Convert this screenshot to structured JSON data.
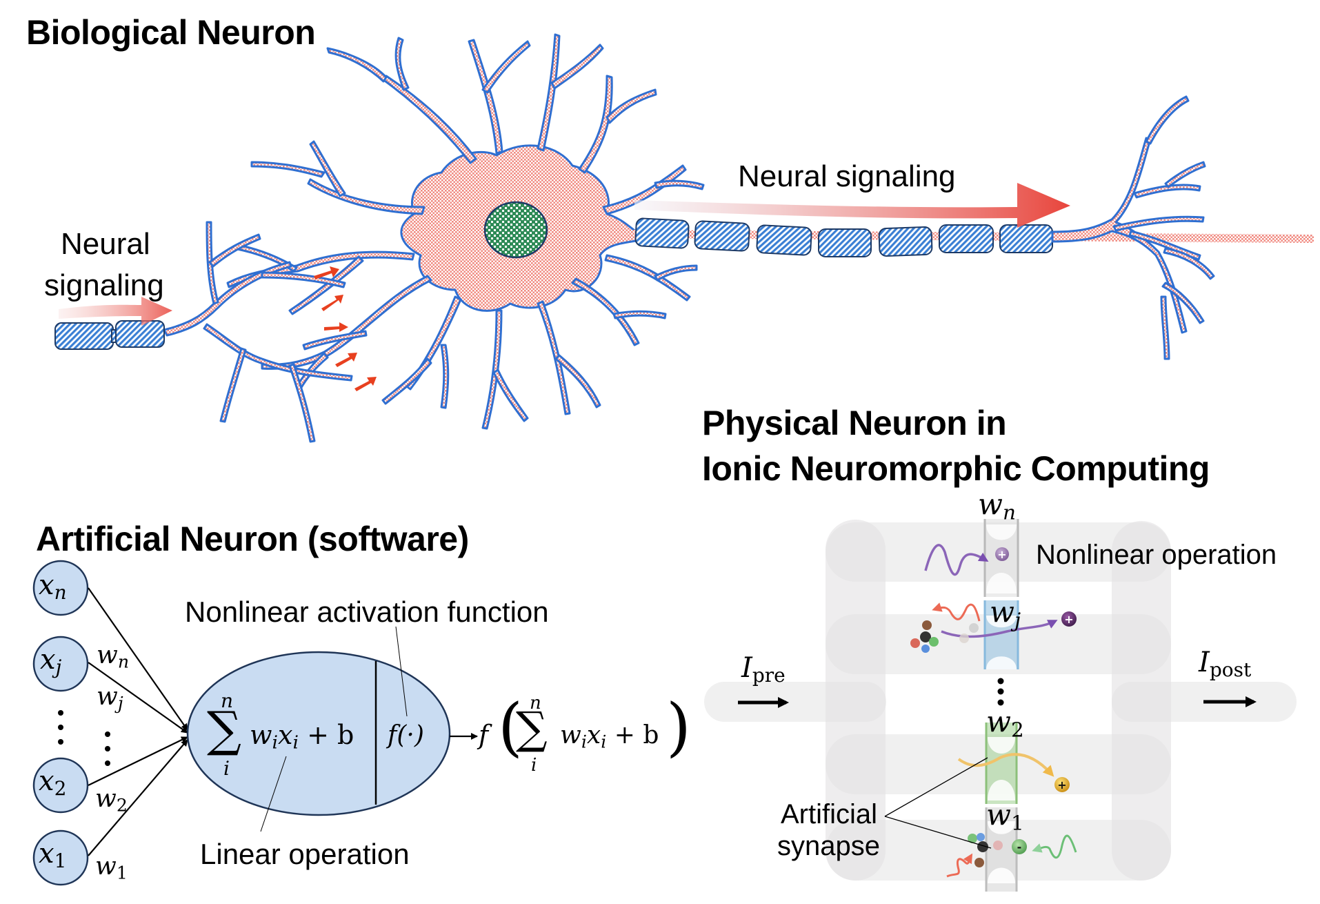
{
  "biological": {
    "title": "Biological Neuron",
    "input_signal_label_line1": "Neural",
    "input_signal_label_line2": "signaling",
    "output_signal_label": "Neural signaling",
    "colors": {
      "membrane_outline": "#2f6fd1",
      "cytoplasm": "#f3a29b",
      "nucleus": "#2e8b57",
      "myelin": "#3a7fd4",
      "myelin_outline": "#1d3a66",
      "signal_arrow": "#e8453c",
      "synapse_arrows": "#e8401f"
    },
    "myelin_segments_input": 2,
    "myelin_segments_axon": 7,
    "synaptic_input_arrows": 5
  },
  "artificial": {
    "title": "Artificial Neuron (software)",
    "inputs": [
      {
        "var": "x",
        "sub": "n",
        "weight_var": "w",
        "weight_sub": "n"
      },
      {
        "var": "x",
        "sub": "j",
        "weight_var": "w",
        "weight_sub": "j"
      },
      {
        "var": "x",
        "sub": "2",
        "weight_var": "w",
        "weight_sub": "2"
      },
      {
        "var": "x",
        "sub": "1",
        "weight_var": "w",
        "weight_sub": "1"
      }
    ],
    "ellipsis": "⋮",
    "sum_upper": "n",
    "sum_lower": "i",
    "sum_symbol": "∑",
    "linear_expr": {
      "w": "w",
      "wi": "i",
      "x": "x",
      "xi": "i",
      "plus_b": " + b"
    },
    "activation_expr": "f(·)",
    "output_expr": {
      "f": "f",
      "open": "(",
      "close": ")"
    },
    "activation_label": "Nonlinear activation function",
    "linear_label": "Linear operation",
    "colors": {
      "node_fill": "#c9dcf2",
      "node_outline": "#1f3557"
    }
  },
  "physical": {
    "title_line1": "Physical Neuron in",
    "title_line2": "Ionic Neuromorphic Computing",
    "input_label": {
      "var": "I",
      "sub": "pre"
    },
    "output_label": {
      "var": "I",
      "sub": "post"
    },
    "synapses": [
      {
        "weight_var": "w",
        "weight_sub": "n",
        "color": "#b9b9b9",
        "ion_color": "#8e6aa8",
        "ion_sign": "+"
      },
      {
        "weight_var": "w",
        "weight_sub": "j",
        "color": "#86b9dd",
        "ion_color": "#5b2a6b",
        "ion_sign": "+"
      },
      {
        "weight_var": "w",
        "weight_sub": "2",
        "color": "#9fcf8f",
        "ion_color": "#e0a520",
        "ion_sign": "+"
      },
      {
        "weight_var": "w",
        "weight_sub": "1",
        "color": "#b9b9b9",
        "ion_color": "#6ab96a",
        "ion_sign": "-"
      }
    ],
    "ellipsis": "⋮",
    "nonlinear_label": "Nonlinear operation",
    "synapse_label_line1": "Artificial",
    "synapse_label_line2": "synapse",
    "colors": {
      "channel": "#f0f0f0",
      "channel_overlap": "#e6e5e7"
    }
  }
}
